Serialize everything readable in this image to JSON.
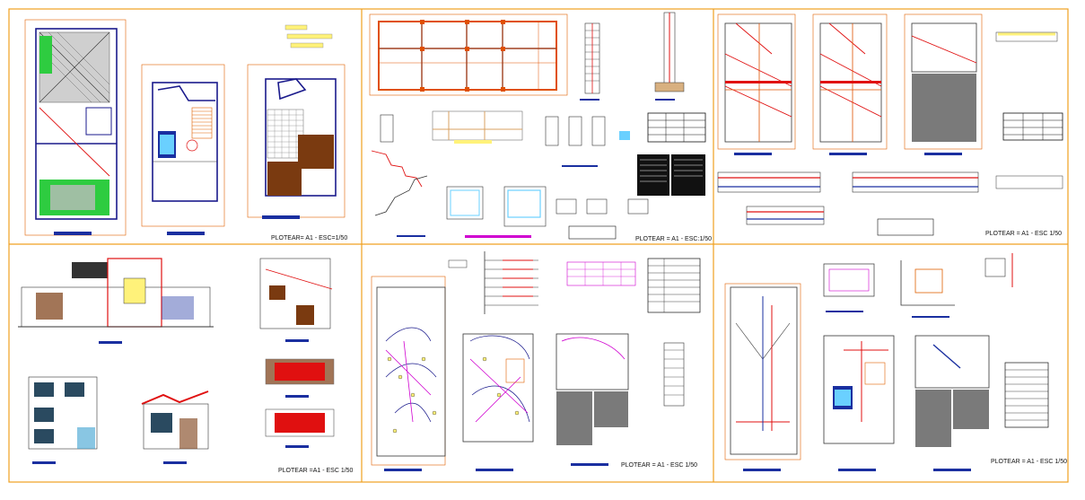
{
  "sheet": {
    "background": "#ffffff",
    "frame_color": "#f0a020"
  },
  "panels": [
    {
      "id": "architecture",
      "plot_label": "PLOTEAR= A1 - ESC=1/50"
    },
    {
      "id": "structures",
      "plot_label": "PLOTEAR = A1 - ESC:1/50"
    },
    {
      "id": "beams",
      "plot_label": "PLOTEAR = A1 - ESC 1/50"
    },
    {
      "id": "elevations",
      "plot_label": "PLOTEAR =A1 - ESC 1/50"
    },
    {
      "id": "electrical",
      "plot_label": "PLOTEAR = A1 - ESC 1/50"
    },
    {
      "id": "sanitary",
      "plot_label": "PLOTEAR = A1 - ESC 1/50"
    }
  ],
  "colors": {
    "title_bar": "#1a2fa0",
    "wall": "#1a1a8c",
    "dimension": "#e06000",
    "garden": "#2ecc40",
    "brick": "#7a3a10",
    "red": "#e01010",
    "magenta": "#d000d0",
    "slab_gray": "#7a7a7a",
    "yellow_note": "#fff27a"
  }
}
